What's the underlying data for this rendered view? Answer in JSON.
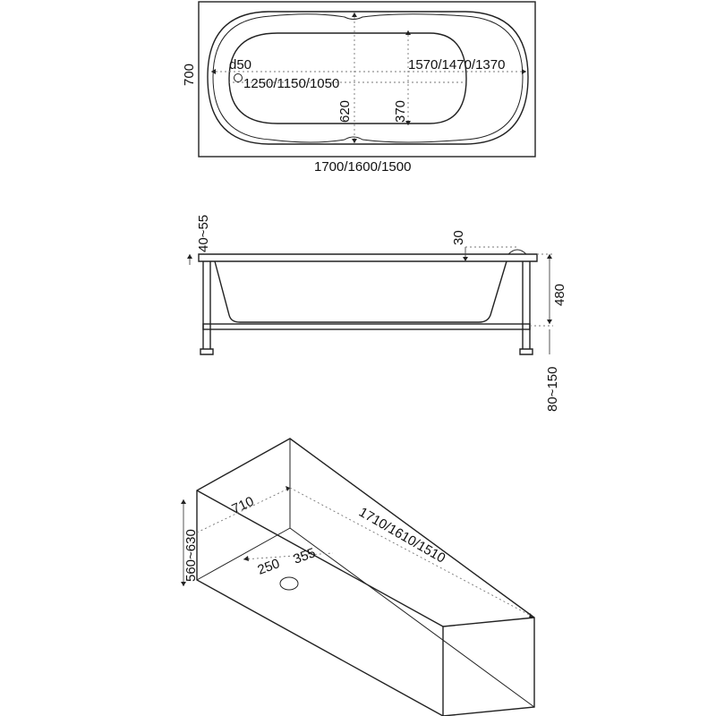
{
  "top_view": {
    "width_label": "700",
    "length_label": "1700/1600/1500",
    "drain_label": "d50",
    "inner_length_label": "1570/1470/1370",
    "bottom_length_label": "1250/1150/1050",
    "inner_width_label": "620",
    "bottom_width_label": "370"
  },
  "side_view": {
    "rim_label": "40~55",
    "rim_thickness_label": "30",
    "depth_label": "480",
    "leg_label": "80~150"
  },
  "iso_view": {
    "width_label": "710",
    "length_label": "1710/1610/1510",
    "height_label": "560~630",
    "drain_x_label": "250",
    "drain_y_label": "355"
  },
  "colors": {
    "line": "#222222",
    "dimension": "#777777",
    "background": "#ffffff"
  }
}
